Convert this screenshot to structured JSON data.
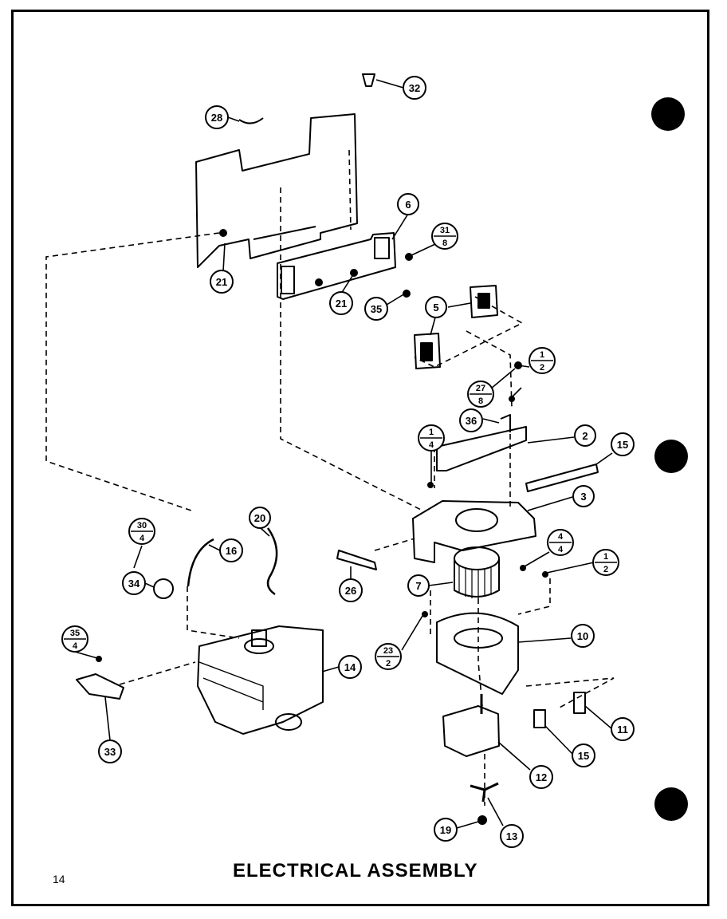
{
  "page": {
    "title": "ELECTRICAL ASSEMBLY",
    "page_number": "14"
  },
  "callouts": [
    {
      "id": "c32",
      "text": "32"
    },
    {
      "id": "c28",
      "text": "28"
    },
    {
      "id": "c6",
      "text": "6"
    },
    {
      "id": "c31",
      "top": "31",
      "bottom": "8"
    },
    {
      "id": "c21a",
      "text": "21"
    },
    {
      "id": "c21b",
      "text": "21"
    },
    {
      "id": "c35",
      "text": "35"
    },
    {
      "id": "c5",
      "text": "5"
    },
    {
      "id": "c1a",
      "top": "1",
      "bottom": "2"
    },
    {
      "id": "c27",
      "top": "27",
      "bottom": "8"
    },
    {
      "id": "c36",
      "text": "36"
    },
    {
      "id": "c1b",
      "top": "1",
      "bottom": "4"
    },
    {
      "id": "c2",
      "text": "2"
    },
    {
      "id": "c15a",
      "text": "15"
    },
    {
      "id": "c3",
      "text": "3"
    },
    {
      "id": "c20",
      "text": "20"
    },
    {
      "id": "c30",
      "top": "30",
      "bottom": "4"
    },
    {
      "id": "c16",
      "text": "16"
    },
    {
      "id": "c34",
      "text": "34"
    },
    {
      "id": "c26",
      "text": "26"
    },
    {
      "id": "c4",
      "top": "4",
      "bottom": "4"
    },
    {
      "id": "c1c",
      "top": "1",
      "bottom": "2"
    },
    {
      "id": "c7",
      "text": "7"
    },
    {
      "id": "c35b",
      "top": "35",
      "bottom": "4"
    },
    {
      "id": "c10",
      "text": "10"
    },
    {
      "id": "c23",
      "top": "23",
      "bottom": "2"
    },
    {
      "id": "c14",
      "text": "14"
    },
    {
      "id": "c11",
      "text": "11"
    },
    {
      "id": "c15b",
      "text": "15"
    },
    {
      "id": "c33",
      "text": "33"
    },
    {
      "id": "c12",
      "text": "12"
    },
    {
      "id": "c19",
      "text": "19"
    },
    {
      "id": "c13",
      "text": "13"
    }
  ]
}
